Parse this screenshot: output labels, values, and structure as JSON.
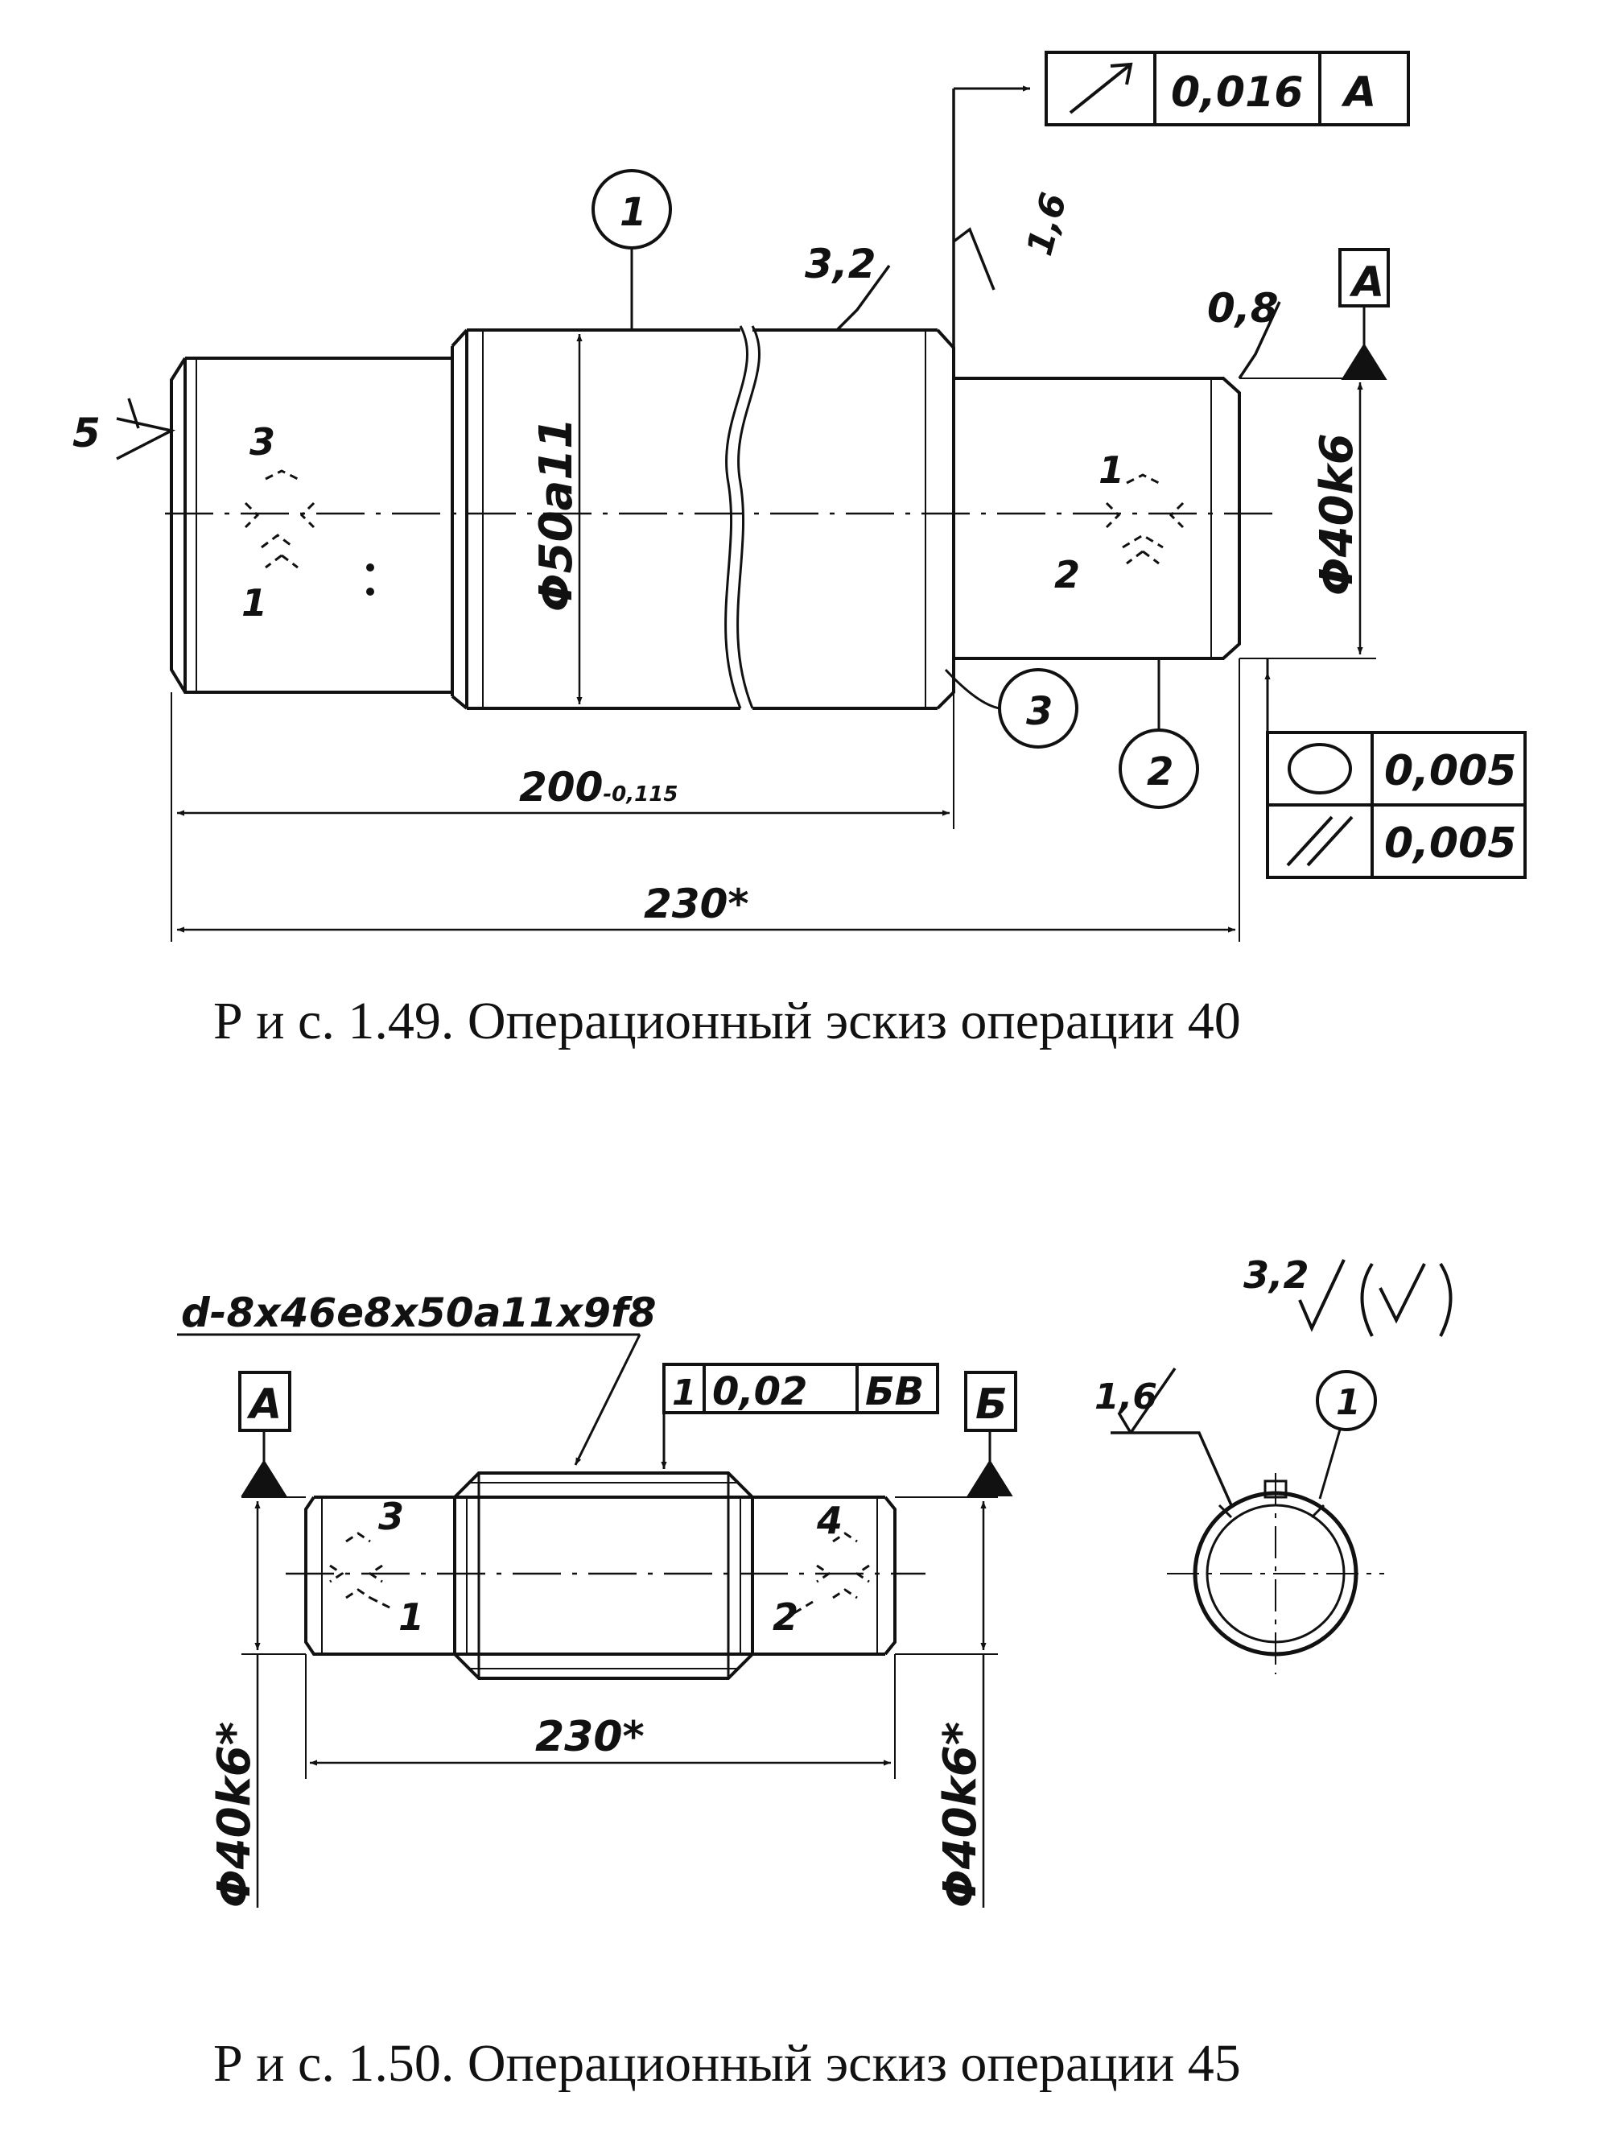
{
  "fig1": {
    "caption": "Р и с. 1.49. Операционный эскиз операции 40",
    "tol_top": {
      "symbol": "runout-arrow-icon",
      "value": "0,016",
      "datum": "A"
    },
    "tol_bottom": [
      {
        "symbol": "circle-icon",
        "value": "0,005"
      },
      {
        "symbol": "parallel-icon",
        "value": "0,005"
      }
    ],
    "datum_label": "A",
    "dia_large": "Φ50a11",
    "dia_small": "Φ40k6",
    "len_main": "200",
    "len_main_tol": "-0,115",
    "len_total": "230*",
    "rough_left": "5",
    "rough_top_mid": "3,2",
    "rough_shoulder": "1,6",
    "rough_right": "0,8",
    "balloons": [
      "1",
      "2",
      "3"
    ],
    "locators_left": [
      "3",
      "1"
    ],
    "locators_right": [
      "1",
      "2"
    ]
  },
  "fig2": {
    "caption": "Р и с. 1.50. Операционный эскиз операции 45",
    "spline_spec": "d-8x46e8x50a11x9f8",
    "tol_frame": {
      "symbol": "1",
      "value": "0,02",
      "datum": "БВ"
    },
    "datum_left": "A",
    "datum_right": "Б",
    "dia_left": "Φ40k6*",
    "dia_right": "Φ40k6*",
    "length": "230*",
    "rough_top": "3,2",
    "rough_side": "1,6",
    "balloon": "1",
    "locators_left": [
      "3",
      "1"
    ],
    "locators_right": [
      "4",
      "2"
    ]
  }
}
